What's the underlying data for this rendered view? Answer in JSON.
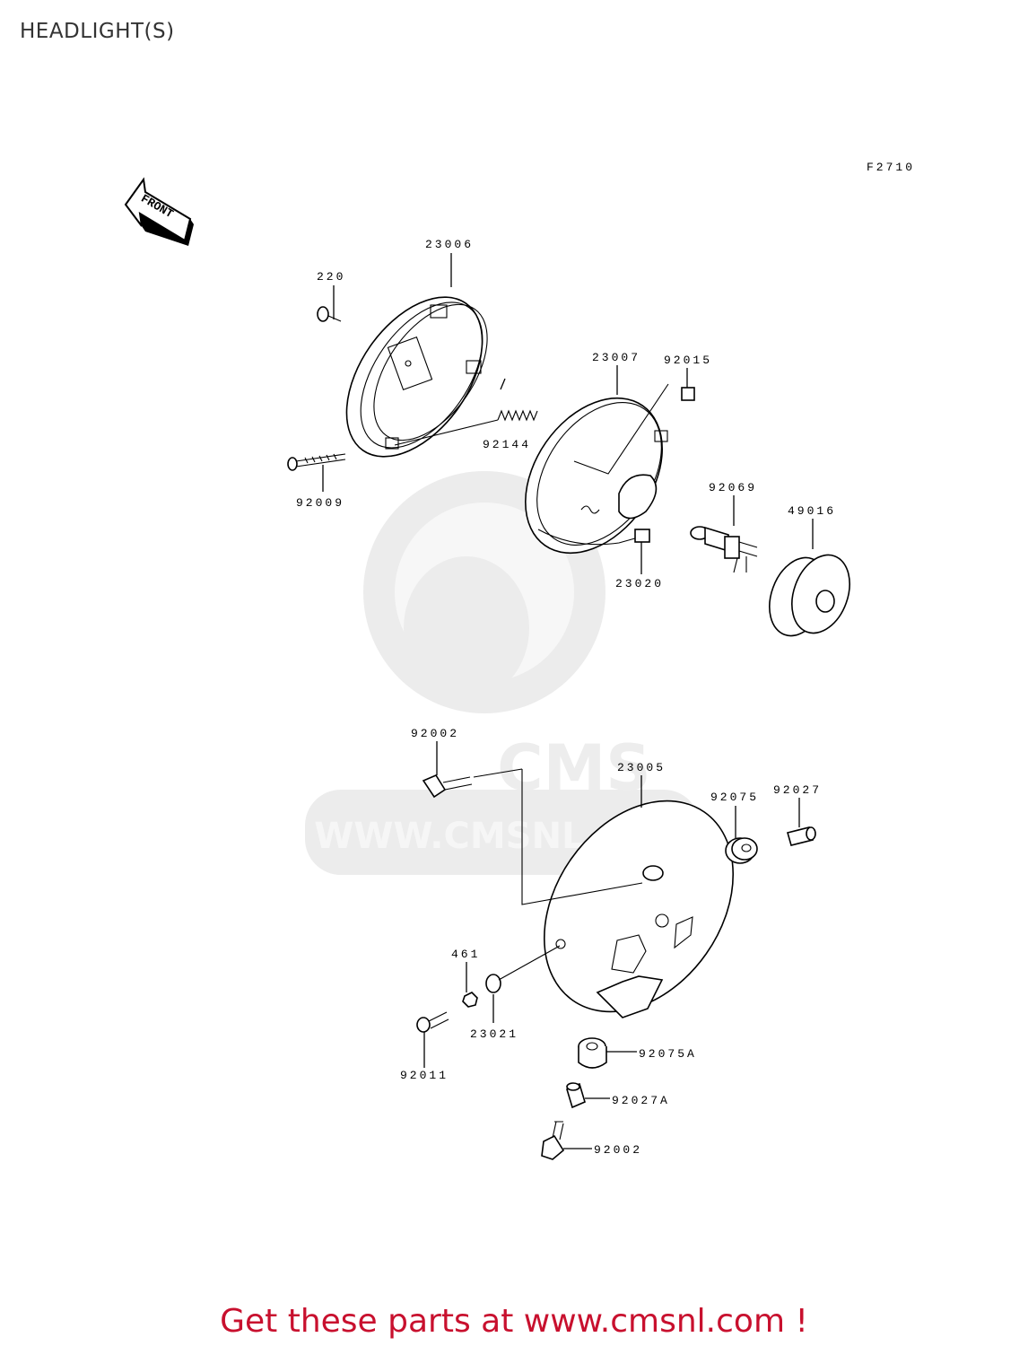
{
  "page_title": "HEADLIGHT(S)",
  "figure_code": "F2710",
  "front_arrow_label": "FRONT",
  "watermark": {
    "brand": "CMS",
    "url": "WWW.CMSNL.COM"
  },
  "parts": [
    {
      "id": "23006"
    },
    {
      "id": "220"
    },
    {
      "id": "92144"
    },
    {
      "id": "92009"
    },
    {
      "id": "23007"
    },
    {
      "id": "92015"
    },
    {
      "id": "92069"
    },
    {
      "id": "49016"
    },
    {
      "id": "23020"
    },
    {
      "id": "92002"
    },
    {
      "id": "23005"
    },
    {
      "id": "92075"
    },
    {
      "id": "92027"
    },
    {
      "id": "461"
    },
    {
      "id": "23021"
    },
    {
      "id": "92011"
    },
    {
      "id": "92075A"
    },
    {
      "id": "92027A"
    },
    {
      "id": "92002"
    }
  ],
  "footer_text": "Get these parts at www.cmsnl.com !",
  "colors": {
    "footer": "#c8102e",
    "title": "#333333"
  }
}
